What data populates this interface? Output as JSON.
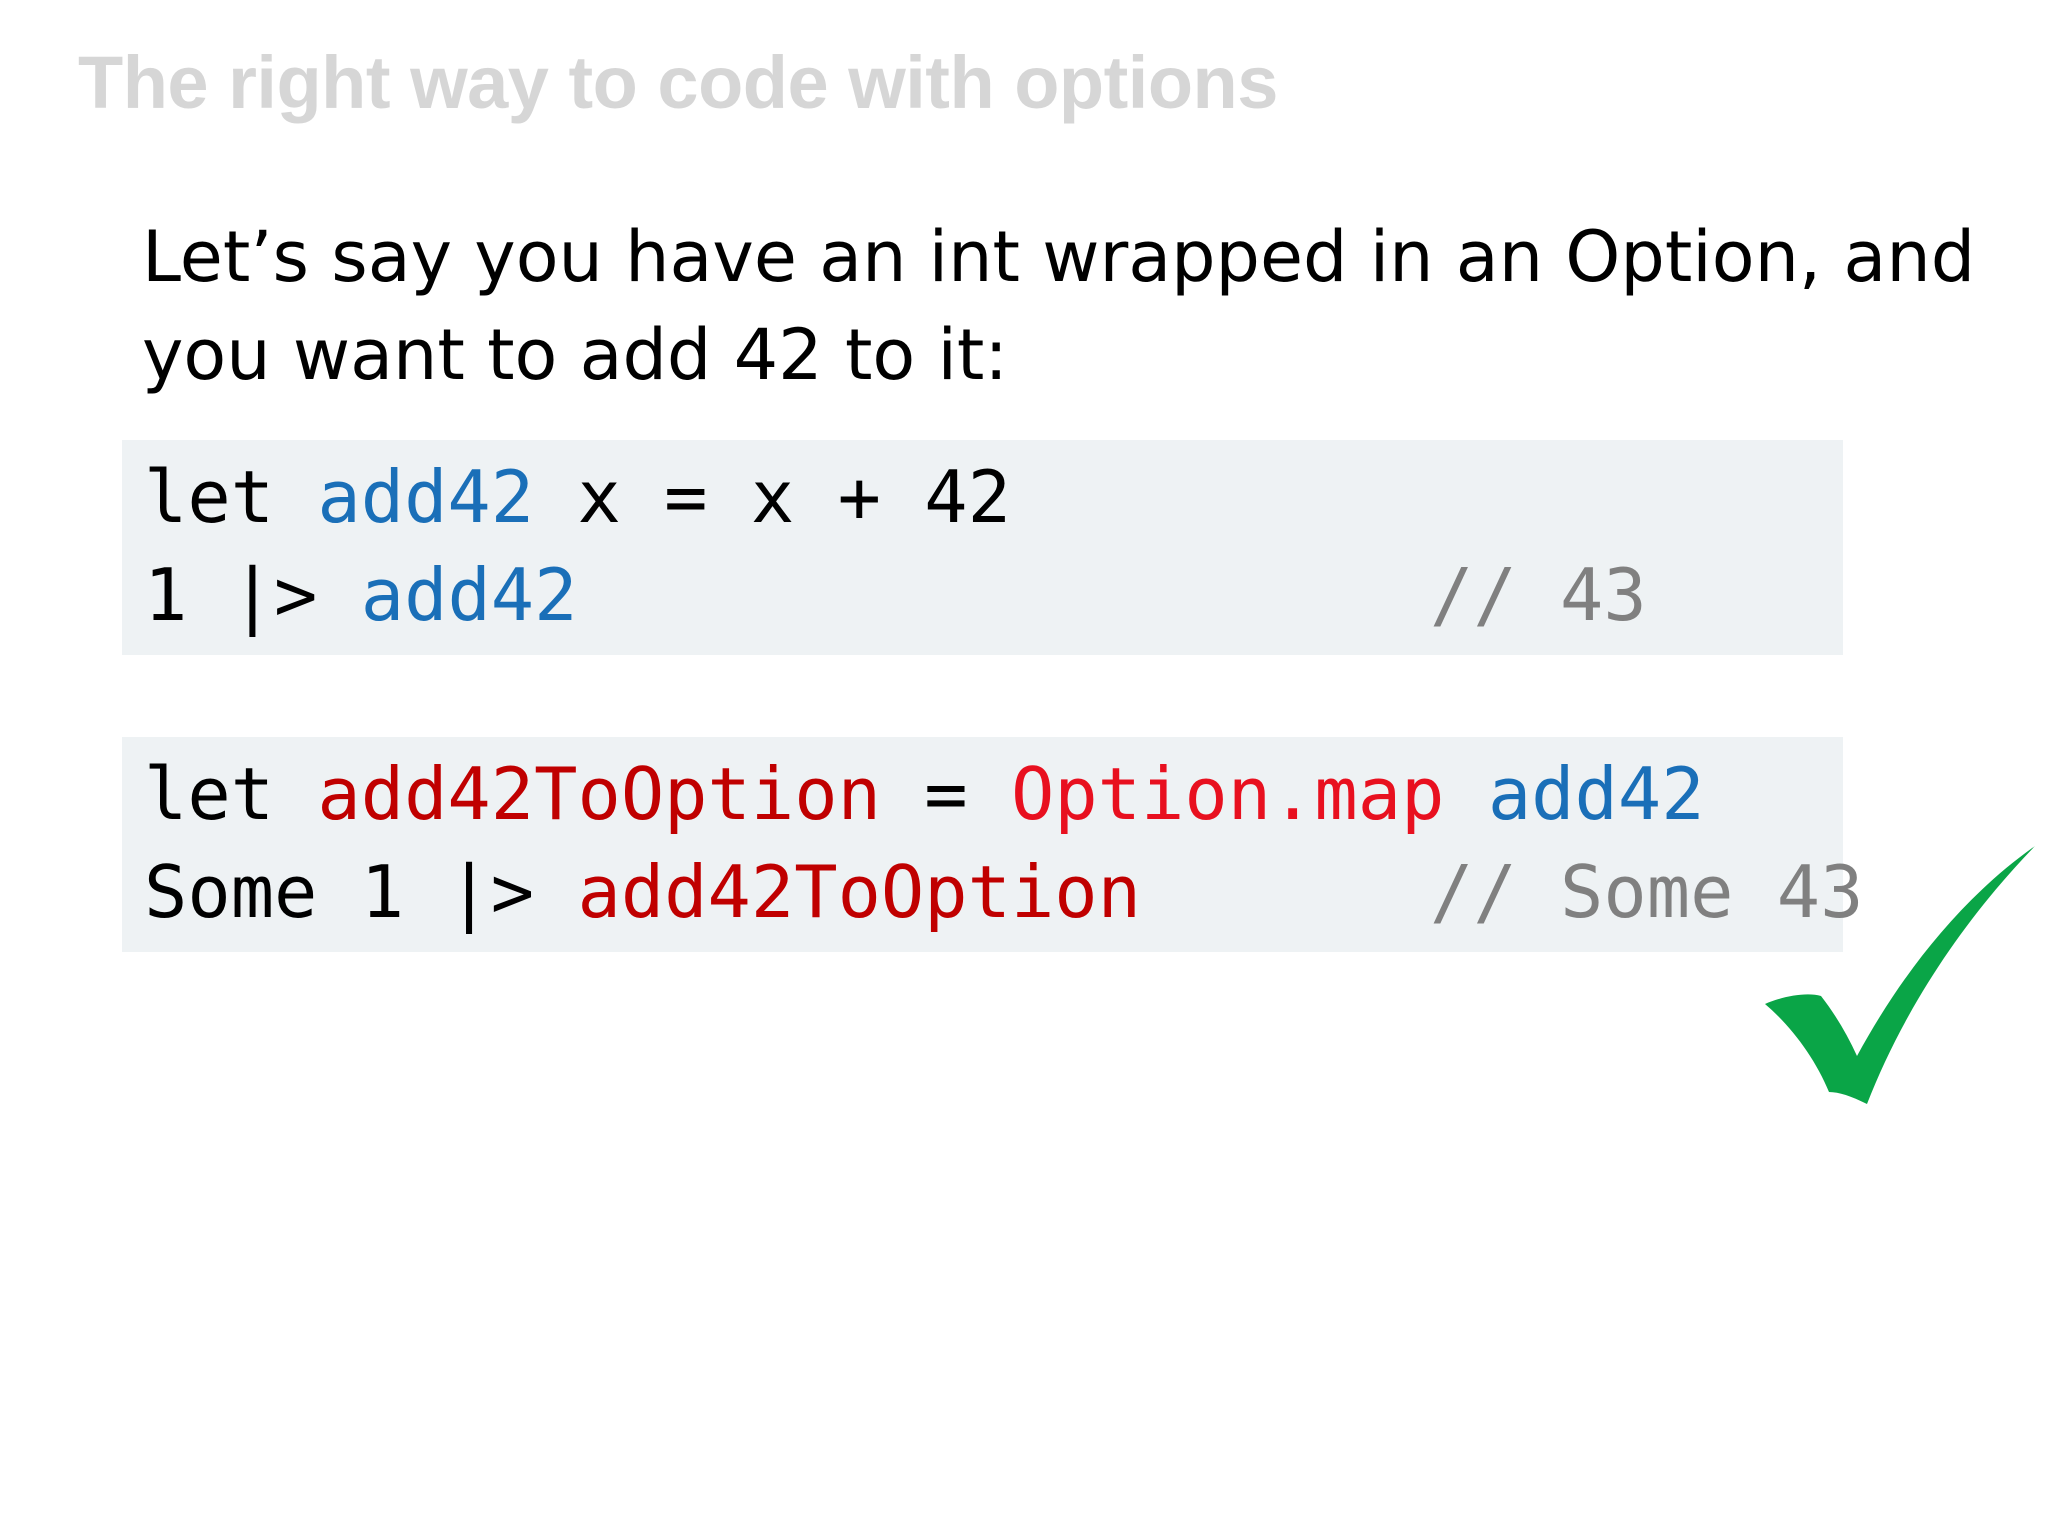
{
  "slide": {
    "title": "The right way to code with options",
    "intro_lines": [
      "Let’s say you have an int wrapped in an Option, and",
      "you want to add 42 to it:"
    ]
  },
  "code_block_1": {
    "line1": {
      "kw": "let ",
      "fn": "add42",
      "rest": " x = x + 42"
    },
    "line2": {
      "lead": "1 |> ",
      "fn": "add42",
      "comment": "// 43"
    }
  },
  "code_block_2": {
    "line1": {
      "kw": "let ",
      "fn": "add42ToOption",
      "eq": " = ",
      "map": "Option.map",
      "space": " ",
      "arg": "add42"
    },
    "line2": {
      "lead": "Some 1 |> ",
      "fn": "add42ToOption",
      "comment": "// Some 43"
    }
  },
  "colors": {
    "title": "#d6d6d6",
    "code_background": "#eef2f4",
    "blue_identifier": "#1a6fb8",
    "red_identifier": "#c00000",
    "bright_red_identifier": "#e8101f",
    "comment": "#808080",
    "checkmark": "#0aa547"
  },
  "icons": {
    "checkmark": "green-checkmark-icon"
  }
}
